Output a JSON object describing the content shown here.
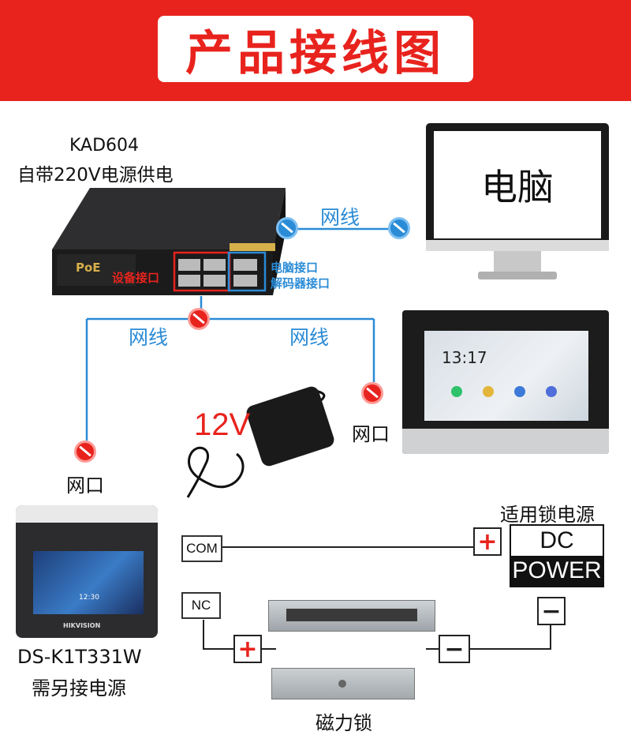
{
  "title": "产品接线图",
  "switch": {
    "model": "KAD604",
    "power_note": "自带220V电源供电",
    "device_port_label": "设备接口",
    "pc_port_label_1": "电脑接口",
    "pc_port_label_2": "解码器接口",
    "brand_mark": "PoE"
  },
  "computer": {
    "label": "电脑"
  },
  "cable_labels": {
    "top": "网线",
    "left": "网线",
    "right": "网线"
  },
  "indoor_station": {
    "time": "13:17",
    "port_label": "网口"
  },
  "adapter": {
    "voltage": "12V"
  },
  "face_terminal": {
    "port_label": "网口",
    "model": "DS-K1T331W",
    "power_note": "需另接电源",
    "brand": "HIKVISION",
    "screen_time": "12:30"
  },
  "lock_power": {
    "title": "适用锁电源",
    "dc": "DC",
    "power": "POWER",
    "plus": "+",
    "minus": "−"
  },
  "terminals": {
    "com": "COM",
    "nc": "NC"
  },
  "lock": {
    "label": "磁力锁",
    "plus": "+",
    "minus": "−"
  },
  "colors": {
    "accent_red": "#e8231d",
    "cable_blue": "#2a8bd6"
  }
}
